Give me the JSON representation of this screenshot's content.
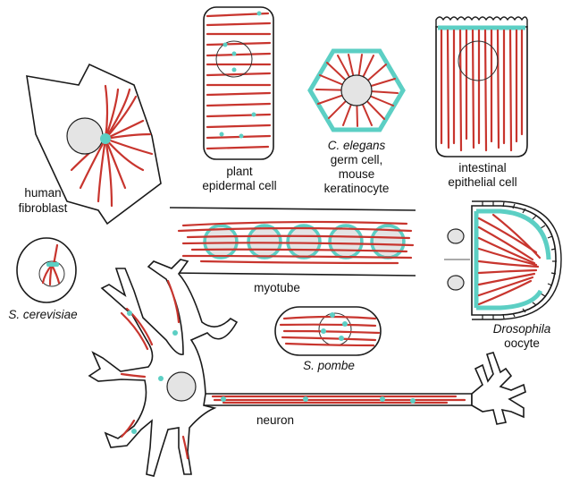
{
  "labels": {
    "human_fibroblast": [
      "human",
      "fibroblast"
    ],
    "plant_epidermal": [
      "plant",
      "epidermal cell"
    ],
    "keratinocyte": [
      "C. elegans",
      "germ cell,",
      "mouse",
      "keratinocyte"
    ],
    "intestinal": [
      "intestinal",
      "epithelial cell"
    ],
    "s_cerevisiae": "S. cerevisiae",
    "myotube": "myotube",
    "drosophila": [
      "Drosophila",
      "oocyte"
    ],
    "s_pombe": "S. pombe",
    "neuron": "neuron"
  },
  "colors": {
    "microtubule": "#c8352e",
    "mtoc": "#5ccfc4",
    "nucleus": "#e4e4e4",
    "outline": "#1a1a1a"
  }
}
